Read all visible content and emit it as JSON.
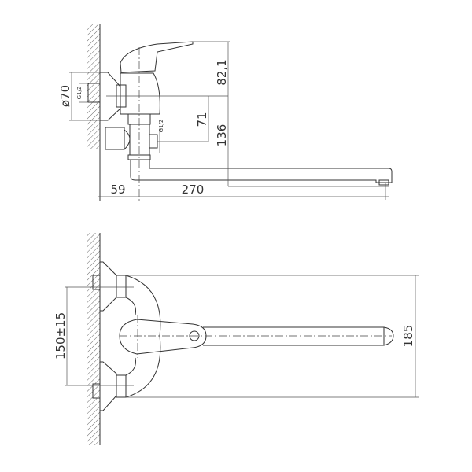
{
  "side_view": {
    "dims": {
      "handle_height": "82,1",
      "outlet_offset": "71",
      "spout_height": "136",
      "flange_diameter": "ø70",
      "inlet_thread": "G1/2",
      "outlet_thread": "G1/2",
      "wall_offset": "59",
      "spout_length": "270"
    }
  },
  "top_view": {
    "dims": {
      "inlet_spacing": "150±15",
      "overall_width": "185"
    }
  },
  "colors": {
    "line": "#333333",
    "background": "#ffffff"
  }
}
